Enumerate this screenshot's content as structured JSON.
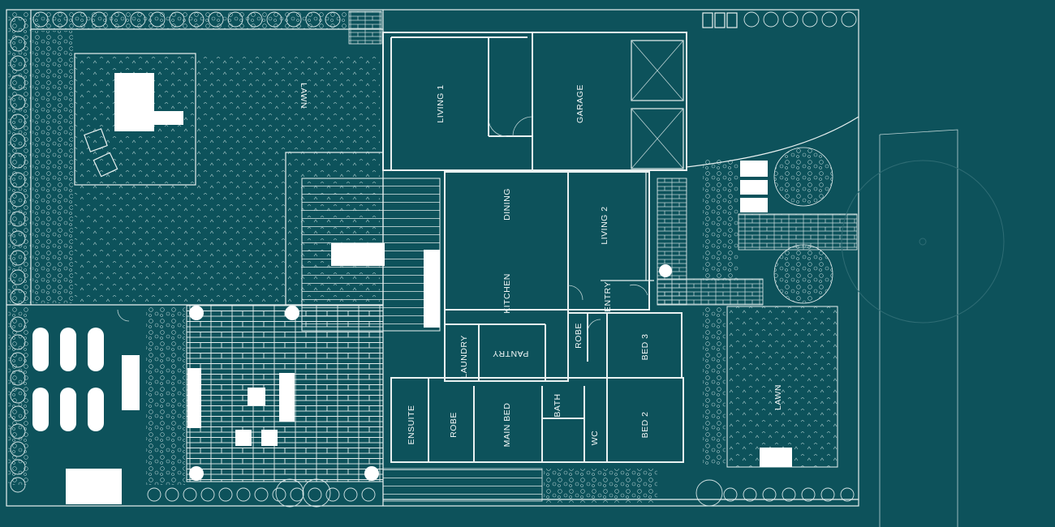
{
  "colors": {
    "background": "#0d525b",
    "linework": "#e9f1f1",
    "fill": "#ffffff",
    "vegetation": "#a9c8ca"
  },
  "rooms": {
    "living1": "LIVING 1",
    "garage": "GARAGE",
    "dining": "DINING",
    "living2": "LIVING 2",
    "kitchen": "KITCHEN",
    "entry": "ENTRY",
    "robe_entry": "ROBE",
    "bed3": "BED 3",
    "laundry": "LAUNDRY",
    "pantry": "PANTRY",
    "ensuite": "ENSUITE",
    "robe_main": "ROBE",
    "main_bed": "MAIN BED",
    "bath": "BATH",
    "wc": "WC",
    "bed2": "BED 2",
    "lawn_north": "LAWN",
    "lawn_east": "LAWN"
  },
  "icons": [
    "tree-icon",
    "shrub-icon",
    "bin-icon",
    "car-icon",
    "door-swing-icon"
  ]
}
